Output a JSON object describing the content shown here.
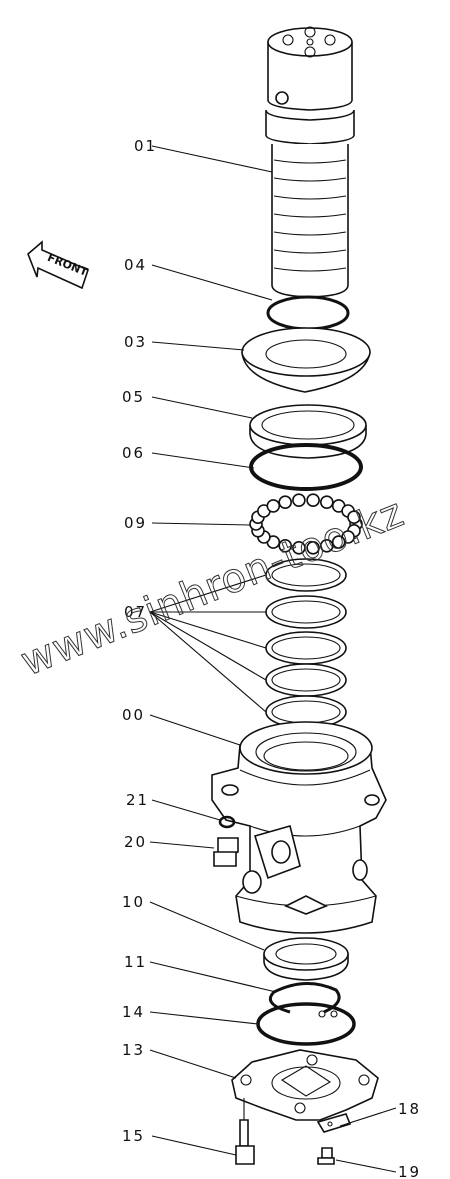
{
  "direction_tag": "FRONT",
  "watermark": "www.sinhron-too.kz",
  "callouts": [
    {
      "id": "01"
    },
    {
      "id": "04"
    },
    {
      "id": "03"
    },
    {
      "id": "05"
    },
    {
      "id": "06"
    },
    {
      "id": "09"
    },
    {
      "id": "07"
    },
    {
      "id": "00"
    },
    {
      "id": "21"
    },
    {
      "id": "20"
    },
    {
      "id": "10"
    },
    {
      "id": "11"
    },
    {
      "id": "14"
    },
    {
      "id": "13"
    },
    {
      "id": "15"
    },
    {
      "id": "18"
    },
    {
      "id": "19"
    }
  ]
}
